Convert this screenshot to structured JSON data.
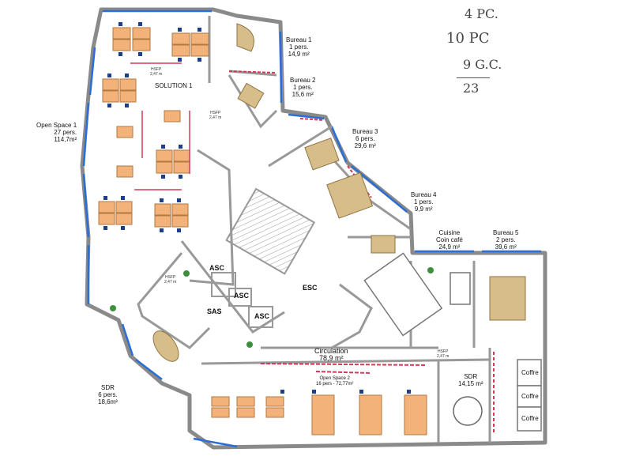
{
  "rooms": {
    "bureau1": {
      "name": "Bureau 1",
      "people": "1 pers.",
      "area": "14,9 m²"
    },
    "bureau2": {
      "name": "Bureau 2",
      "people": "1 pers.",
      "area": "15,6 m²"
    },
    "bureau3": {
      "name": "Bureau 3",
      "people": "6 pers.",
      "area": "29,6 m²"
    },
    "bureau4": {
      "name": "Bureau 4",
      "people": "1 pers.",
      "area": "9,9 m²"
    },
    "cuisine": {
      "name": "Cuisine",
      "sub": "Coin café",
      "area": "24,9 m²"
    },
    "bureau5": {
      "name": "Bureau 5",
      "people": "2 pers.",
      "area": "39,6 m²"
    },
    "open_space1": {
      "name": "Open Space 1",
      "people": "27 pers.",
      "area": "114,7m²"
    },
    "solution1": {
      "name": "SOLUTION 1"
    },
    "sdr_left": {
      "name": "SDR",
      "people": "6 pers.",
      "area": "18,6m²"
    },
    "circulation": {
      "name": "Circulation",
      "area": "78,9 m²"
    },
    "open_space2": {
      "name": "Open Space 2",
      "detail": "16 pers - 72,77m²"
    },
    "sdr_right": {
      "name": "SDR",
      "area": "14,15 m²"
    },
    "asc1": "ASC",
    "asc2": "ASC",
    "asc3": "ASC",
    "sas": "SAS",
    "esc": "ESC",
    "coffre1": "Coffre",
    "coffre2": "Coffre",
    "coffre3": "Coffre",
    "hsfp1": {
      "name": "HSFP",
      "height": "2,47 m"
    },
    "hsfp2": {
      "name": "HSFP",
      "height": "2,47 m"
    },
    "hsfp3": {
      "name": "HSFP",
      "height": "2,47 m"
    },
    "hsfp4": {
      "name": "HSFP",
      "height": "2,47 m"
    }
  },
  "annotations": {
    "line1": "4  PC.",
    "line2": "10  PC",
    "line3": "9  G.C.",
    "total": "23"
  },
  "colors": {
    "wall": "#8a8a8a",
    "window": "#2a6fd6",
    "desk_orange": "#f2b27a",
    "desk_tan": "#d7bd8a",
    "chair": "#1c3f8c",
    "partition": "#d13a5a"
  }
}
